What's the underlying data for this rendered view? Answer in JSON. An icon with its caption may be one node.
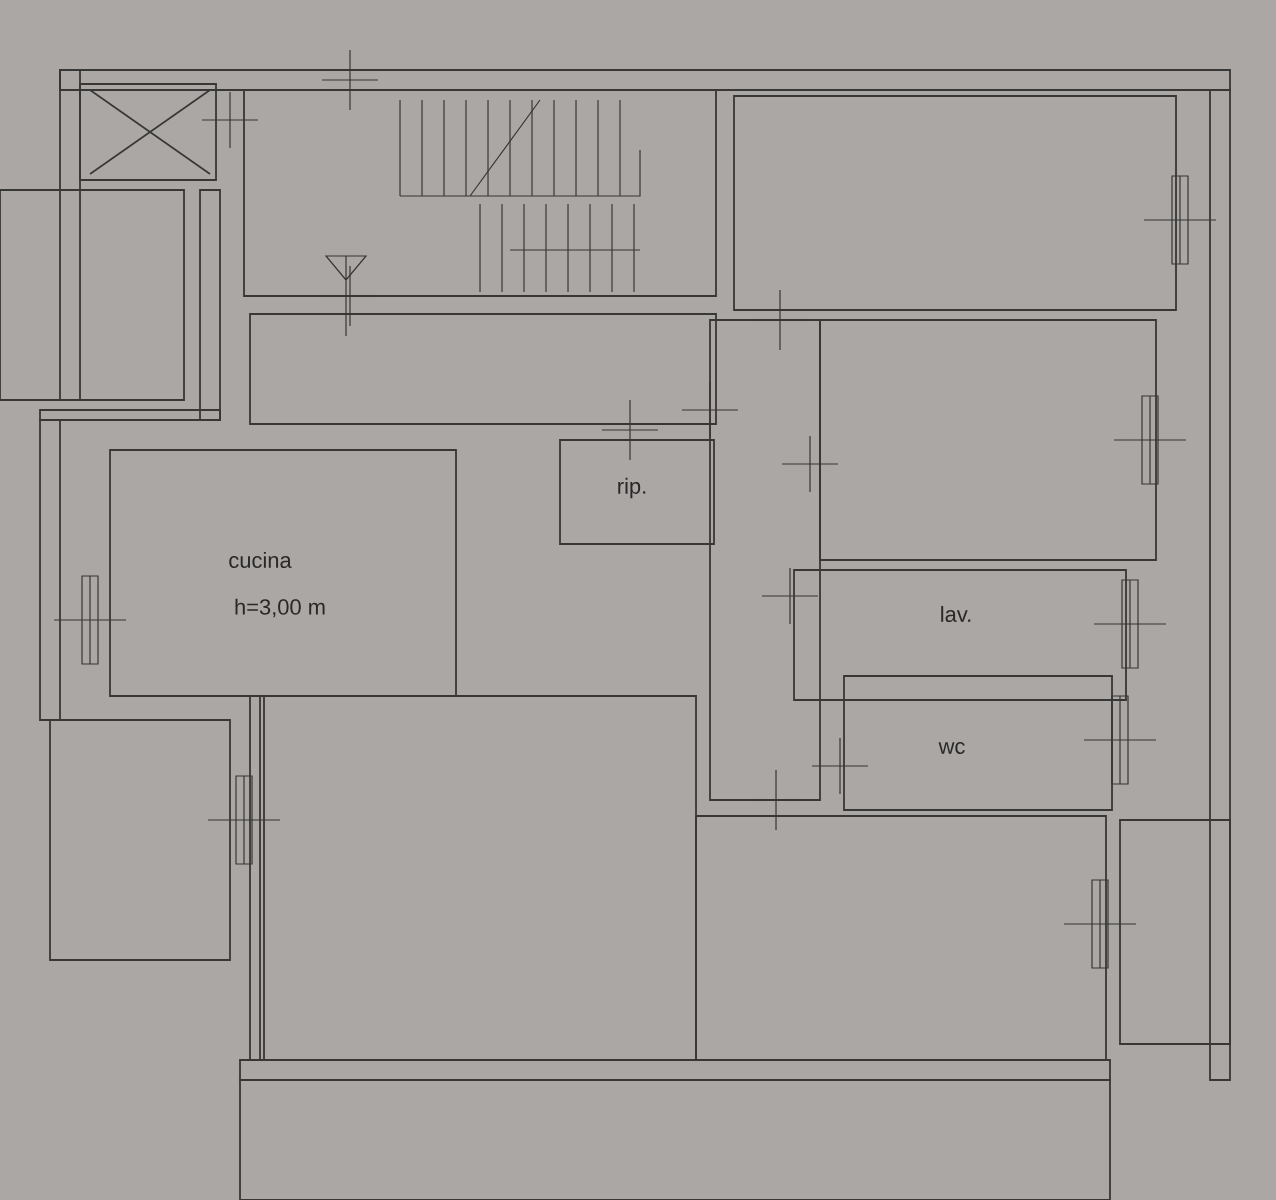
{
  "diagram": {
    "labels": [
      "cucina",
      "h=3,00 m",
      "rip.",
      "lav.",
      "wc"
    ]
  }
}
